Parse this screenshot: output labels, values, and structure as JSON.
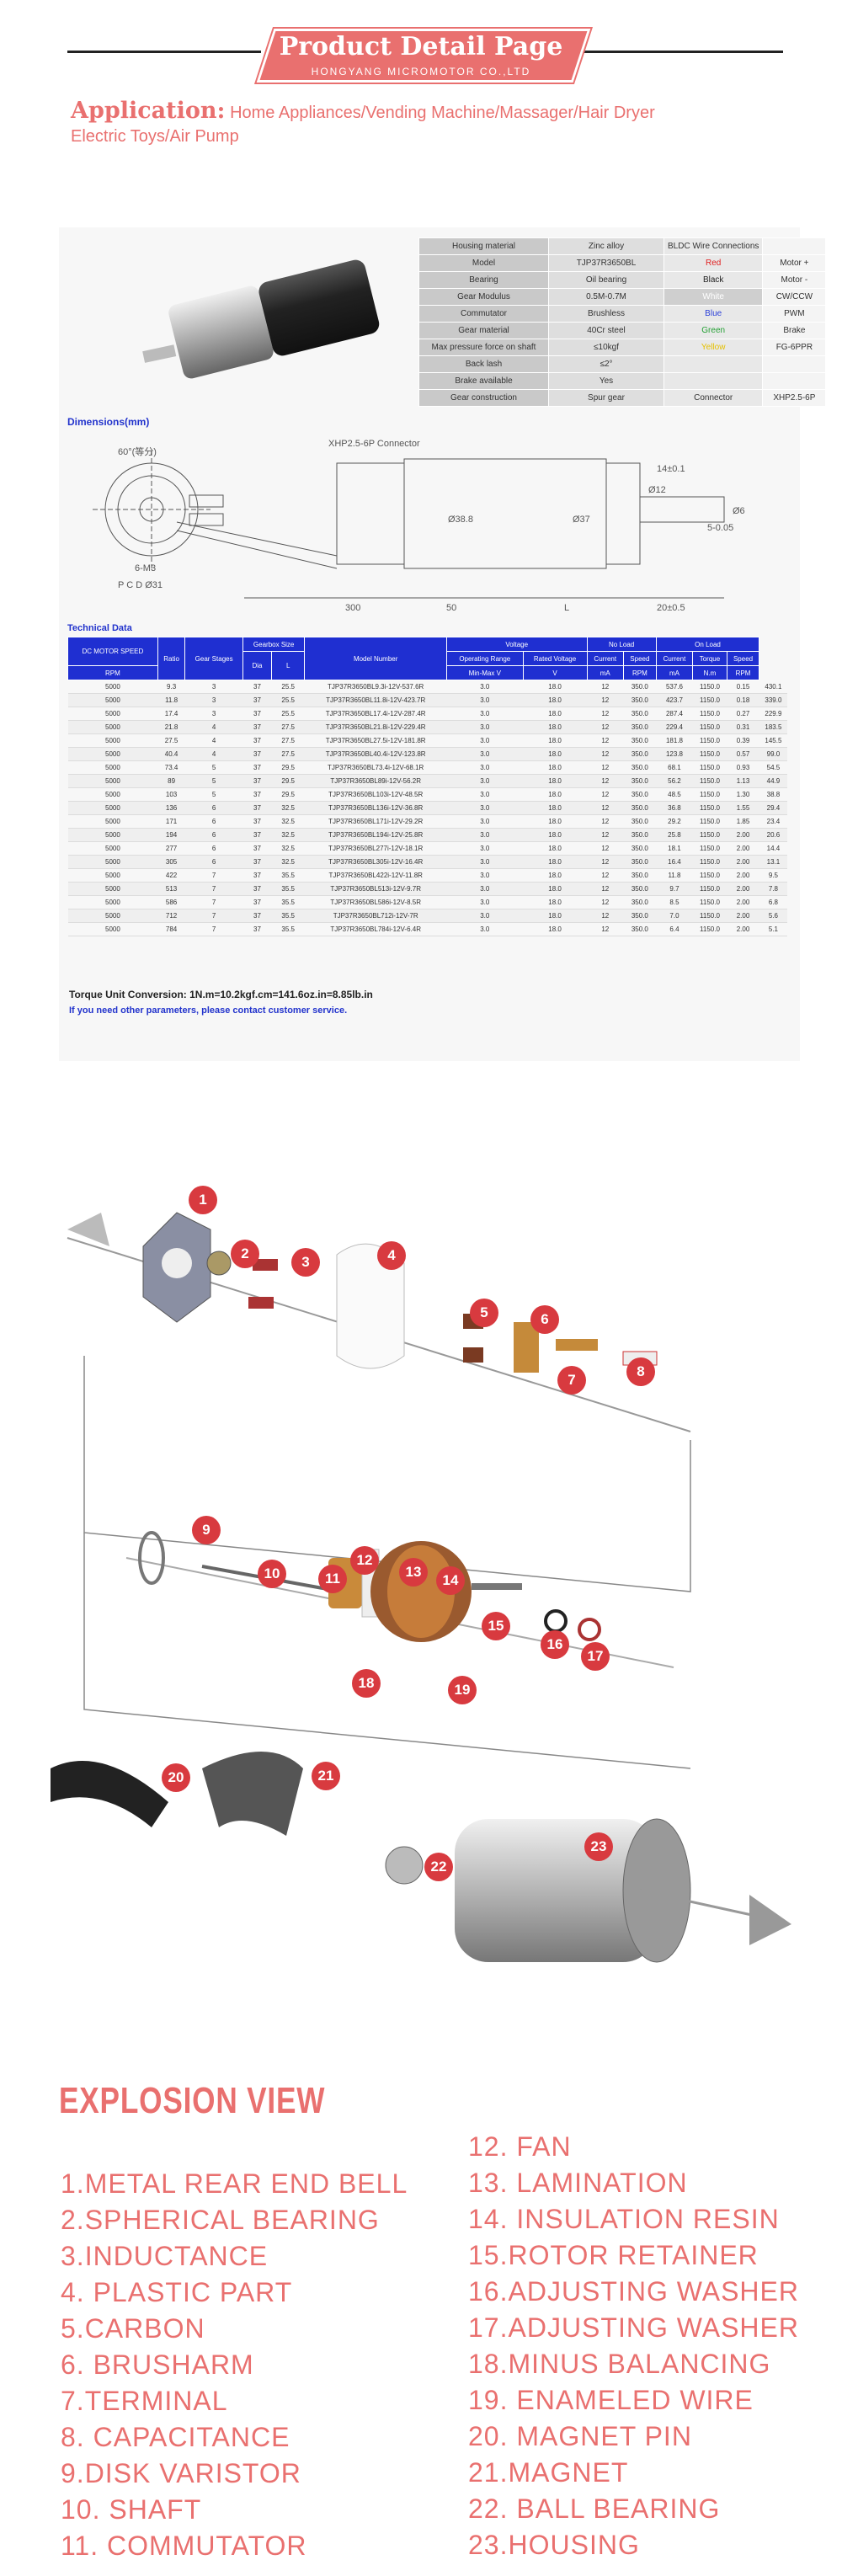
{
  "header": {
    "title": "Product Detail Page",
    "subtitle": "HONGYANG MICROMOTOR CO.,LTD"
  },
  "application": {
    "label": "Application:",
    "text": "Home Appliances/Vending Machine/Massager/Hair Dryer Electric Toys/Air Pump"
  },
  "spec_rows": [
    {
      "k": "Housing material",
      "v": "Zinc alloy",
      "w": "BLDC Wire Connections",
      "x": ""
    },
    {
      "k": "Model",
      "v": "TJP37R3650BL",
      "w": "Red",
      "x": "Motor +"
    },
    {
      "k": "Bearing",
      "v": "Oil bearing",
      "w": "Black",
      "x": "Motor -"
    },
    {
      "k": "Gear Modulus",
      "v": "0.5M-0.7M",
      "w": "White",
      "x": "CW/CCW"
    },
    {
      "k": "Commutator",
      "v": "Brushless",
      "w": "Blue",
      "x": "PWM"
    },
    {
      "k": "Gear material",
      "v": "40Cr steel",
      "w": "Green",
      "x": "Brake"
    },
    {
      "k": "Max pressure force on shaft",
      "v": "≤10kgf",
      "w": "Yellow",
      "x": "FG-6PPR"
    },
    {
      "k": "Back lash",
      "v": "≤2°",
      "w": "",
      "x": ""
    },
    {
      "k": "Brake available",
      "v": "Yes",
      "w": "",
      "x": ""
    },
    {
      "k": "Gear construction",
      "v": "Spur gear",
      "w": "Connector",
      "x": "XHP2.5-6P"
    }
  ],
  "wire_colors": {
    "Red": "#e02020",
    "Black": "#222222",
    "White": "#ffffff",
    "Blue": "#2a3fd8",
    "Green": "#25a035",
    "Yellow": "#e5c000"
  },
  "dimensions": {
    "title": "Dimensions(mm)",
    "labels": [
      "60°(等分)",
      "XHP2.5-6P Connector",
      "14±0.1",
      "Ø38.8",
      "Ø37",
      "Ø12",
      "5-0.05",
      "Ø6",
      "6-M3",
      "P C D Ø31",
      "300",
      "50",
      "L",
      "20±0.5"
    ]
  },
  "tech": {
    "title": "Technical Data",
    "head1": [
      "DC MOTOR SPEED",
      "Ratio",
      "Gear Stages",
      "Gearbox Size",
      "Model Number",
      "Voltage",
      "No Load",
      "On Load"
    ],
    "head2": [
      "RPM",
      "",
      "",
      "Dia",
      "L",
      "",
      "Operating Range",
      "Rated Voltage",
      "Current",
      "Speed",
      "Current",
      "Torque",
      "Speed"
    ],
    "head3": [
      "",
      "",
      "",
      "",
      "",
      "",
      "Min-Max V",
      "V",
      "mA",
      "RPM",
      "mA",
      "N.m",
      "RPM"
    ],
    "rows": [
      [
        "5000",
        "9.3",
        "3",
        "37",
        "25.5",
        "TJP37R3650BL9.3i-12V-537.6R",
        "3.0",
        "18.0",
        "12",
        "350.0",
        "537.6",
        "1150.0",
        "0.15",
        "430.1"
      ],
      [
        "5000",
        "11.8",
        "3",
        "37",
        "25.5",
        "TJP37R3650BL11.8i-12V-423.7R",
        "3.0",
        "18.0",
        "12",
        "350.0",
        "423.7",
        "1150.0",
        "0.18",
        "339.0"
      ],
      [
        "5000",
        "17.4",
        "3",
        "37",
        "25.5",
        "TJP37R3650BL17.4i-12V-287.4R",
        "3.0",
        "18.0",
        "12",
        "350.0",
        "287.4",
        "1150.0",
        "0.27",
        "229.9"
      ],
      [
        "5000",
        "21.8",
        "4",
        "37",
        "27.5",
        "TJP37R3650BL21.8i-12V-229.4R",
        "3.0",
        "18.0",
        "12",
        "350.0",
        "229.4",
        "1150.0",
        "0.31",
        "183.5"
      ],
      [
        "5000",
        "27.5",
        "4",
        "37",
        "27.5",
        "TJP37R3650BL27.5i-12V-181.8R",
        "3.0",
        "18.0",
        "12",
        "350.0",
        "181.8",
        "1150.0",
        "0.39",
        "145.5"
      ],
      [
        "5000",
        "40.4",
        "4",
        "37",
        "27.5",
        "TJP37R3650BL40.4i-12V-123.8R",
        "3.0",
        "18.0",
        "12",
        "350.0",
        "123.8",
        "1150.0",
        "0.57",
        "99.0"
      ],
      [
        "5000",
        "73.4",
        "5",
        "37",
        "29.5",
        "TJP37R3650BL73.4i-12V-68.1R",
        "3.0",
        "18.0",
        "12",
        "350.0",
        "68.1",
        "1150.0",
        "0.93",
        "54.5"
      ],
      [
        "5000",
        "89",
        "5",
        "37",
        "29.5",
        "TJP37R3650BL89i-12V-56.2R",
        "3.0",
        "18.0",
        "12",
        "350.0",
        "56.2",
        "1150.0",
        "1.13",
        "44.9"
      ],
      [
        "5000",
        "103",
        "5",
        "37",
        "29.5",
        "TJP37R3650BL103i-12V-48.5R",
        "3.0",
        "18.0",
        "12",
        "350.0",
        "48.5",
        "1150.0",
        "1.30",
        "38.8"
      ],
      [
        "5000",
        "136",
        "6",
        "37",
        "32.5",
        "TJP37R3650BL136i-12V-36.8R",
        "3.0",
        "18.0",
        "12",
        "350.0",
        "36.8",
        "1150.0",
        "1.55",
        "29.4"
      ],
      [
        "5000",
        "171",
        "6",
        "37",
        "32.5",
        "TJP37R3650BL171i-12V-29.2R",
        "3.0",
        "18.0",
        "12",
        "350.0",
        "29.2",
        "1150.0",
        "1.85",
        "23.4"
      ],
      [
        "5000",
        "194",
        "6",
        "37",
        "32.5",
        "TJP37R3650BL194i-12V-25.8R",
        "3.0",
        "18.0",
        "12",
        "350.0",
        "25.8",
        "1150.0",
        "2.00",
        "20.6"
      ],
      [
        "5000",
        "277",
        "6",
        "37",
        "32.5",
        "TJP37R3650BL277i-12V-18.1R",
        "3.0",
        "18.0",
        "12",
        "350.0",
        "18.1",
        "1150.0",
        "2.00",
        "14.4"
      ],
      [
        "5000",
        "305",
        "6",
        "37",
        "32.5",
        "TJP37R3650BL305i-12V-16.4R",
        "3.0",
        "18.0",
        "12",
        "350.0",
        "16.4",
        "1150.0",
        "2.00",
        "13.1"
      ],
      [
        "5000",
        "422",
        "7",
        "37",
        "35.5",
        "TJP37R3650BL422i-12V-11.8R",
        "3.0",
        "18.0",
        "12",
        "350.0",
        "11.8",
        "1150.0",
        "2.00",
        "9.5"
      ],
      [
        "5000",
        "513",
        "7",
        "37",
        "35.5",
        "TJP37R3650BL513i-12V-9.7R",
        "3.0",
        "18.0",
        "12",
        "350.0",
        "9.7",
        "1150.0",
        "2.00",
        "7.8"
      ],
      [
        "5000",
        "586",
        "7",
        "37",
        "35.5",
        "TJP37R3650BL586i-12V-8.5R",
        "3.0",
        "18.0",
        "12",
        "350.0",
        "8.5",
        "1150.0",
        "2.00",
        "6.8"
      ],
      [
        "5000",
        "712",
        "7",
        "37",
        "35.5",
        "TJP37R3650BL712i-12V-7R",
        "3.0",
        "18.0",
        "12",
        "350.0",
        "7.0",
        "1150.0",
        "2.00",
        "5.6"
      ],
      [
        "5000",
        "784",
        "7",
        "37",
        "35.5",
        "TJP37R3650BL784i-12V-6.4R",
        "3.0",
        "18.0",
        "12",
        "350.0",
        "6.4",
        "1150.0",
        "2.00",
        "5.1"
      ]
    ],
    "torque_note": "Torque Unit Conversion: 1N.m=10.2kgf.cm=141.6oz.in=8.85lb.in",
    "contact_note": "If you need other parameters, please contact customer service."
  },
  "explosion": {
    "title": "EXPLOSION VIEW",
    "callouts": [
      "1",
      "2",
      "3",
      "4",
      "5",
      "6",
      "7",
      "8",
      "9",
      "10",
      "11",
      "12",
      "13",
      "14",
      "15",
      "16",
      "17",
      "18",
      "19",
      "20",
      "21",
      "22",
      "23"
    ],
    "parts_left": [
      "1.METAL REAR END BELL",
      "2.SPHERICAL BEARING",
      "3.INDUCTANCE",
      "4. PLASTIC PART",
      "5.CARBON",
      "6. BRUSHARM",
      "7.TERMINAL",
      "8. CAPACITANCE",
      "9.DISK VARISTOR",
      "10. SHAFT",
      "11. COMMUTATOR"
    ],
    "parts_right": [
      "12. FAN",
      "13. LAMINATION",
      "14. INSULATION RESIN",
      "15.ROTOR RETAINER",
      "16.ADJUSTING WASHER",
      "17.ADJUSTING WASHER",
      "18.MINUS BALANCING",
      "19. ENAMELED WIRE",
      "20. MAGNET PIN",
      "21.MAGNET",
      "22. BALL BEARING",
      "23.HOUSING"
    ]
  }
}
